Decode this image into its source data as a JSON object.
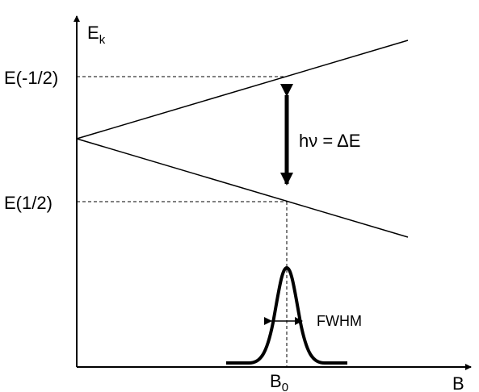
{
  "diagram": {
    "axes": {
      "y_label_main": "E",
      "y_label_sub": "k",
      "x_label": "B"
    },
    "levels": {
      "upper": "E(-1/2)",
      "lower": "E(1/2)"
    },
    "transition_label": "hν = ΔE",
    "resonance": {
      "label_main": "B",
      "label_sub": "0"
    },
    "linewidth_label": "FWHM",
    "colors": {
      "ink": "#000000",
      "background": "#ffffff"
    }
  }
}
